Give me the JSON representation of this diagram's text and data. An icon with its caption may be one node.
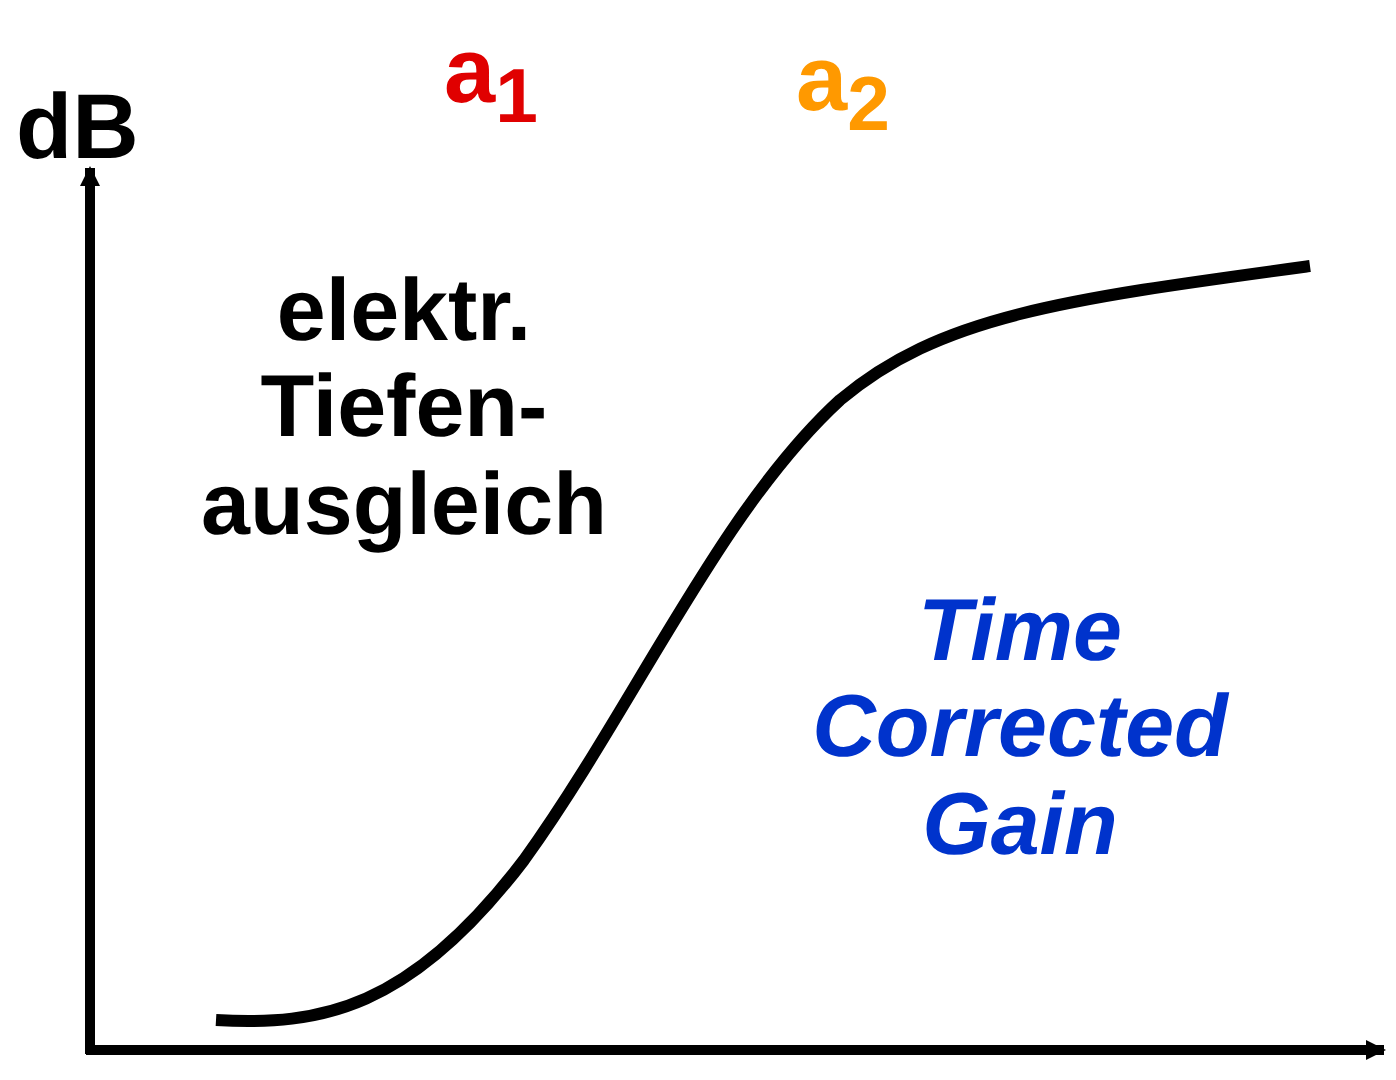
{
  "diagram": {
    "labels": [
      "dB",
      "a$_{1}$",
      "a$_{2}$",
      "elektr. Tiefen- ausgleich",
      "Time Corrected Gain"
    ]
  }
}
